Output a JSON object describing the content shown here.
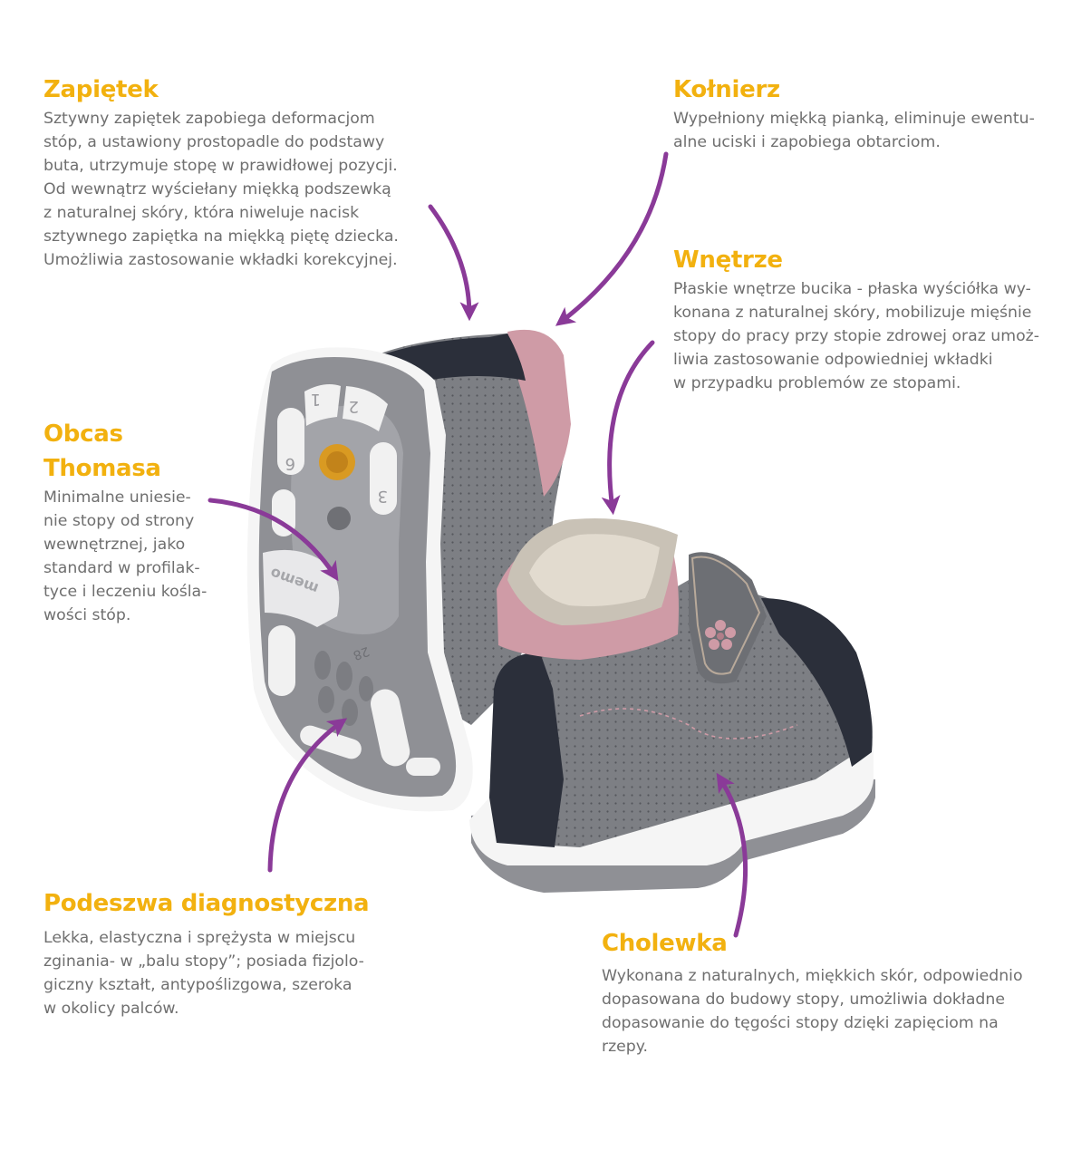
{
  "colors": {
    "heading": "#f2b10f",
    "body_text": "#6f6f6f",
    "arrow": "#8a3a98",
    "sole": "#8f9095",
    "upper": "#7b7d82",
    "navy": "#2b2f3a",
    "pink": "#cf9ba6",
    "white_rim": "#f5f5f5",
    "badge": "#d99a22"
  },
  "features": [
    {
      "id": "zapietek",
      "title": "Zapiętek",
      "lines": [
        "Sztywny zapiętek zapobiega deformacjom",
        "stóp, a ustawiony prostopadle do podstawy",
        "buta, utrzymuje stopę w prawidłowej pozycji.",
        "Od wewnątrz wyściełany miękką podszewką",
        "z naturalnej skóry, która niweluje nacisk",
        "sztywnego zapiętka na miękką piętę dziecka.",
        "Umożliwia zastosowanie wkładki korekcyjnej."
      ]
    },
    {
      "id": "kolnierz",
      "title": "Kołnierz",
      "lines": [
        "Wypełniony miękką pianką, eliminuje ewentu-",
        "alne uciski i zapobiega obtarciom."
      ]
    },
    {
      "id": "wnetrze",
      "title": "Wnętrze",
      "lines": [
        "Płaskie wnętrze bucika - płaska wyściółka wy-",
        "konana z naturalnej skóry, mobilizuje mięśnie",
        "stopy do pracy przy stopie zdrowej oraz umoż-",
        "liwia zastosowanie odpowiedniej wkładki",
        "w przypadku problemów ze stopami."
      ]
    },
    {
      "id": "obcas",
      "title": [
        "Obcas",
        "Thomasa"
      ],
      "lines": [
        "Minimalne uniesie-",
        "nie stopy od strony",
        "wewnętrznej, jako",
        "standard w profilak-",
        "tyce i leczeniu kośla-",
        "wości stóp."
      ]
    },
    {
      "id": "podeszwa",
      "title": "Podeszwa diagnostyczna",
      "lines": [
        "Lekka, elastyczna i sprężysta w miejscu",
        "zginania- w „balu stopy”; posiada fizjolo-",
        "giczny kształt, antypoślizgowa, szeroka",
        "w okolicy palców."
      ]
    },
    {
      "id": "cholewka",
      "title": "Cholewka",
      "lines": [
        "Wykonana z naturalnych, miękkich skór, odpowiednio",
        "dopasowana do budowy stopy, umożliwia dokładne",
        "dopasowanie do tęgości stopy dzięki zapięciom na",
        "rzepy."
      ]
    }
  ],
  "sole_markings": {
    "size_numbers": [
      "1",
      "2",
      "6",
      "3"
    ],
    "brand": "memo",
    "size": "28"
  },
  "arrow_targets": [
    "zapietek",
    "kolnierz",
    "wnetrze",
    "obcas",
    "podeszwa",
    "cholewka"
  ]
}
